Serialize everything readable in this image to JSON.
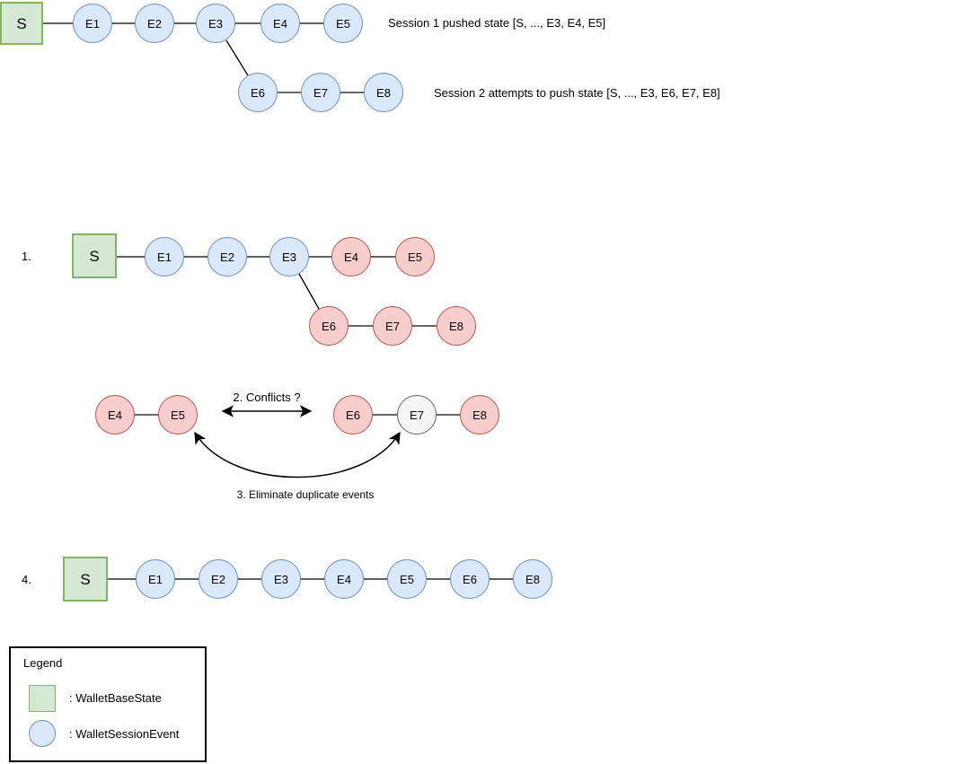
{
  "colors": {
    "base_state_fill": "#d5e8d4",
    "base_state_stroke": "#82b366",
    "session_event_fill": "#dae8fc",
    "session_event_stroke": "#6c8ebf",
    "conflict_fill": "#f8cecc",
    "conflict_stroke": "#b85450",
    "duplicate_fill": "#f5f5f5",
    "duplicate_stroke": "#666666",
    "connector_black": "#000000",
    "connector_gray": "#666666"
  },
  "top": {
    "base": "S",
    "chain": [
      "E1",
      "E2",
      "E3",
      "E4",
      "E5"
    ],
    "caption1": "Session 1 pushed state [S, ..., E3, E4, E5]",
    "branch": [
      "E6",
      "E7",
      "E8"
    ],
    "caption2": "Session 2 attempts to push state [S, ..., E3, E6, E7, E8]"
  },
  "step1": {
    "number": "1.",
    "base": "S",
    "chain": [
      "E1",
      "E2",
      "E3",
      "E4",
      "E5"
    ],
    "branch": [
      "E6",
      "E7",
      "E8"
    ]
  },
  "step2": {
    "left": [
      "E4",
      "E5"
    ],
    "right": [
      "E6",
      "E7",
      "E8"
    ],
    "conflicts_label": "2. Conflicts ?",
    "eliminate_label": "3. Eliminate duplicate events"
  },
  "step4": {
    "number": "4.",
    "base": "S",
    "chain": [
      "E1",
      "E2",
      "E3",
      "E4",
      "E5",
      "E6",
      "E8"
    ]
  },
  "legend": {
    "title": "Legend",
    "items": [
      {
        "swatch": "green-square",
        "label": ": WalletBaseState"
      },
      {
        "swatch": "blue-circle",
        "label": ": WalletSessionEvent"
      }
    ]
  }
}
